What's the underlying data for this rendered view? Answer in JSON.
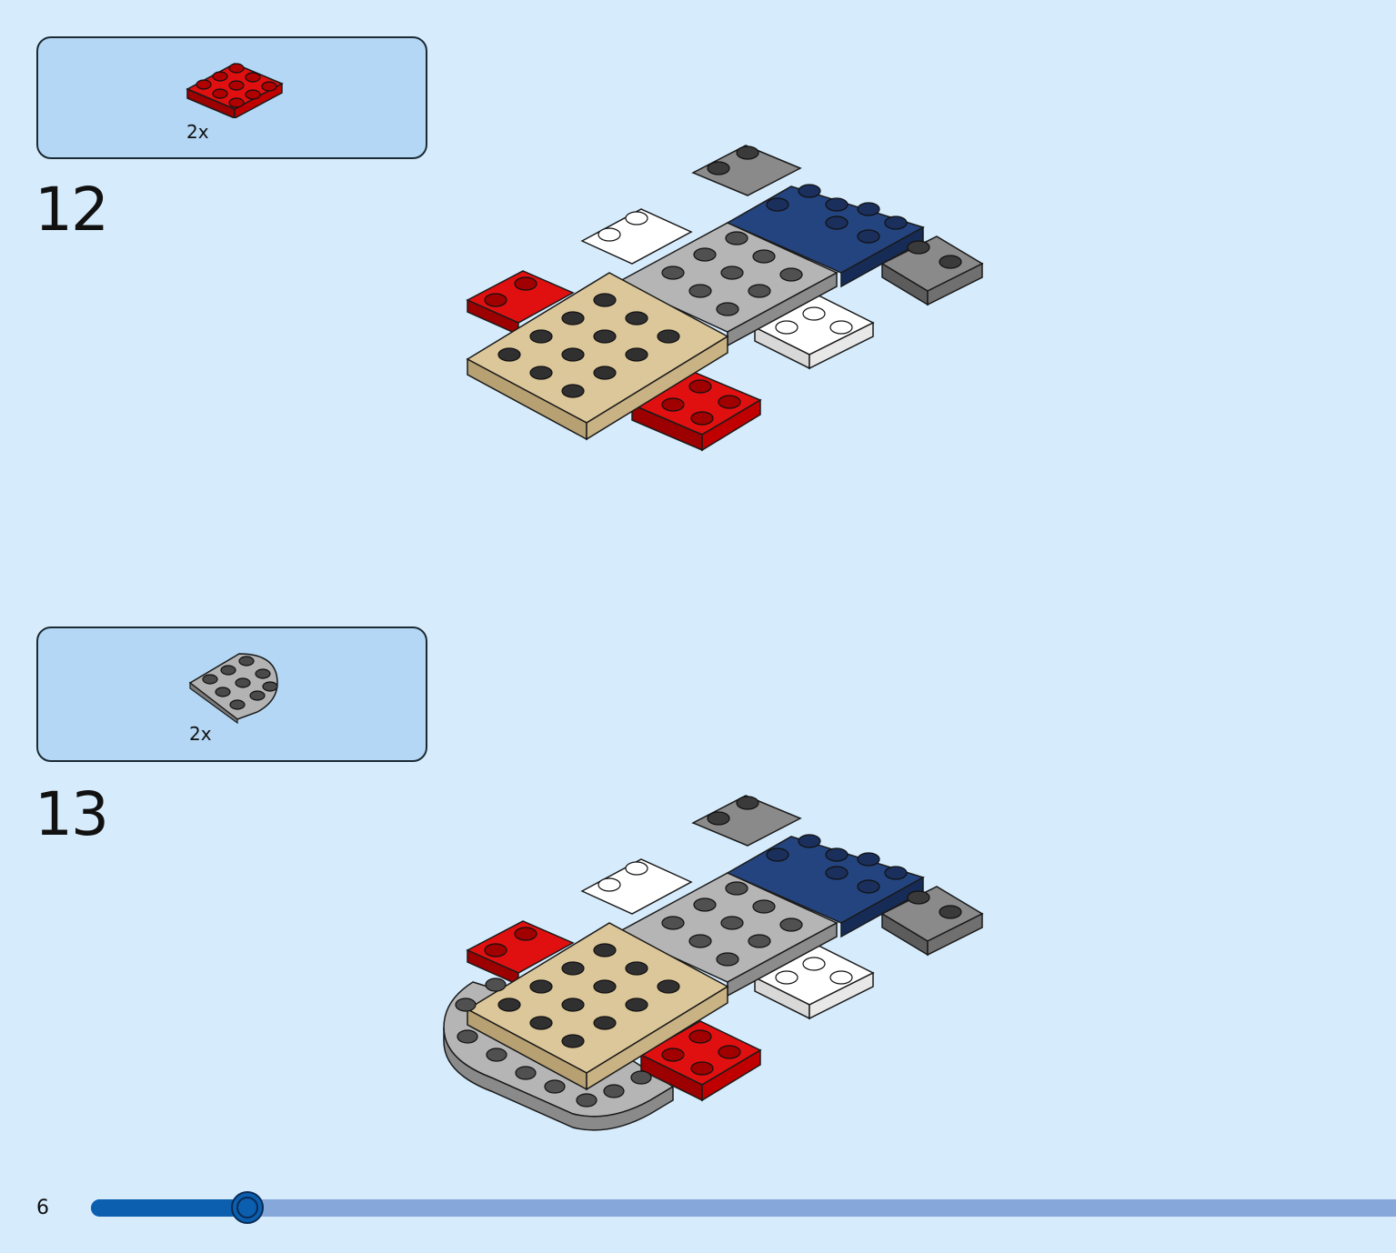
{
  "page": {
    "number": "6"
  },
  "progress": {
    "fraction": 0.12
  },
  "steps": [
    {
      "number": "12",
      "parts": [
        {
          "part_icon": "red-2x3-plate-icon",
          "quantity": "2x",
          "color": "#d40000"
        }
      ],
      "model_icon": "assembled-model-step-12-icon"
    },
    {
      "number": "13",
      "parts": [
        {
          "part_icon": "gray-3x3-round-corner-plate-icon",
          "quantity": "2x",
          "color": "#a3a3a3"
        }
      ],
      "model_icon": "assembled-model-step-13-icon"
    }
  ],
  "colors": {
    "background": "#d6ecfc",
    "parts_box": "#b3d7f4",
    "red": "#d40000",
    "tan": "#dcc79a",
    "light_gray": "#a8a8a8",
    "dark_gray": "#6c6c6c",
    "blue": "#1f3d78",
    "white": "#ffffff",
    "progress_fill": "#0b5fae",
    "progress_track": "#86a7d9"
  }
}
